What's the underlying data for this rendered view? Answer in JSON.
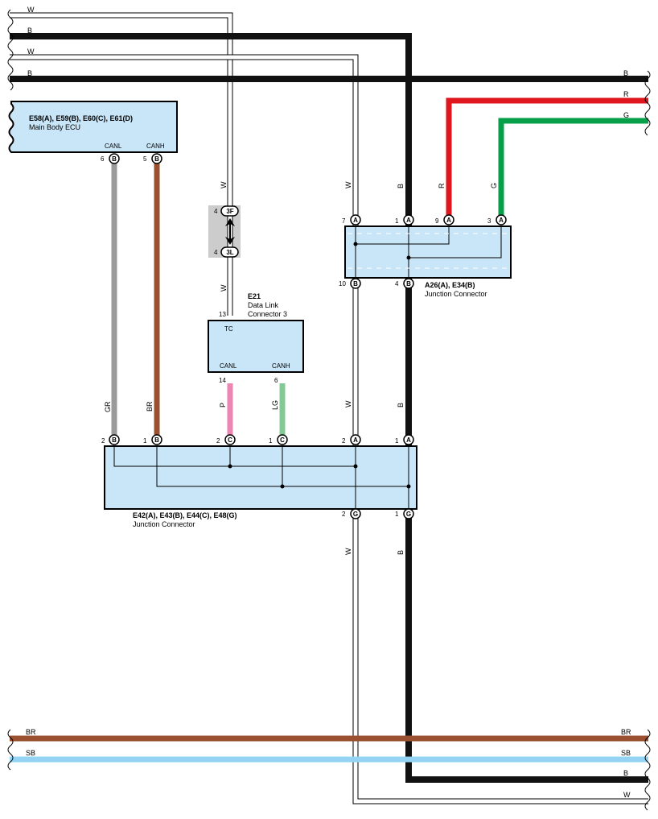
{
  "wire_colors": {
    "W": "#ffffff",
    "B": "#111111",
    "R": "#e0161f",
    "G": "#06a04a",
    "GR": "#9a9a9a",
    "BR": "#9b5030",
    "P": "#ee86b4",
    "LG": "#83c995",
    "SB": "#93d4f5",
    "connector_fill": "#c9e6f9",
    "splice_fill": "#cccccc"
  },
  "wire_labels": {
    "top_w1": "W",
    "top_b1": "B",
    "top_w2": "W",
    "top_b2": "B",
    "right_b": "B",
    "right_r": "R",
    "right_g": "G",
    "v_w_e21": "W",
    "v_w_e21_low": "W",
    "v_w_a26": "W",
    "v_b_a26": "B",
    "v_r_a26": "R",
    "v_g_a26": "G",
    "v_gr": "GR",
    "v_br": "BR",
    "v_p": "P",
    "v_lg": "LG",
    "v_w_mid": "W",
    "v_b_mid": "B",
    "v_w_low": "W",
    "v_b_low": "B",
    "bot_br_l": "BR",
    "bot_br_r": "BR",
    "bot_sb_l": "SB",
    "bot_sb_r": "SB",
    "bot_b_r": "B",
    "bot_w_r": "W"
  },
  "ecu": {
    "title": "E58(A), E59(B), E60(C), E61(D)",
    "name": "Main Body ECU",
    "term_canl": "CANL",
    "term_canh": "CANH",
    "pin_canl_num": "6",
    "pin_canl_code": "B",
    "pin_canh_num": "5",
    "pin_canh_code": "B"
  },
  "splice": {
    "top_num": "4",
    "top_code": "3F",
    "bottom_num": "4",
    "bottom_code": "3L"
  },
  "dlc": {
    "id": "E21",
    "name_line1": "Data Link",
    "name_line2": "Connector 3",
    "pin_tc_num": "13",
    "term_tc": "TC",
    "term_canl": "CANL",
    "term_canh": "CANH",
    "pin_canl_num": "14",
    "pin_canh_num": "6"
  },
  "jc_a26": {
    "title": "A26(A), E34(B)",
    "name": "Junction Connector",
    "pins_top": [
      {
        "num": "7",
        "code": "A"
      },
      {
        "num": "1",
        "code": "A"
      },
      {
        "num": "9",
        "code": "A"
      },
      {
        "num": "3",
        "code": "A"
      }
    ],
    "pins_bottom": [
      {
        "num": "10",
        "code": "B"
      },
      {
        "num": "4",
        "code": "B"
      }
    ]
  },
  "jc_e42": {
    "title": "E42(A), E43(B), E44(C), E48(G)",
    "name": "Junction Connector",
    "pins_top": [
      {
        "num": "2",
        "code": "B"
      },
      {
        "num": "1",
        "code": "B"
      },
      {
        "num": "2",
        "code": "C"
      },
      {
        "num": "1",
        "code": "C"
      },
      {
        "num": "2",
        "code": "A"
      },
      {
        "num": "1",
        "code": "A"
      }
    ],
    "pins_bottom": [
      {
        "num": "2",
        "code": "G"
      },
      {
        "num": "1",
        "code": "G"
      }
    ]
  }
}
